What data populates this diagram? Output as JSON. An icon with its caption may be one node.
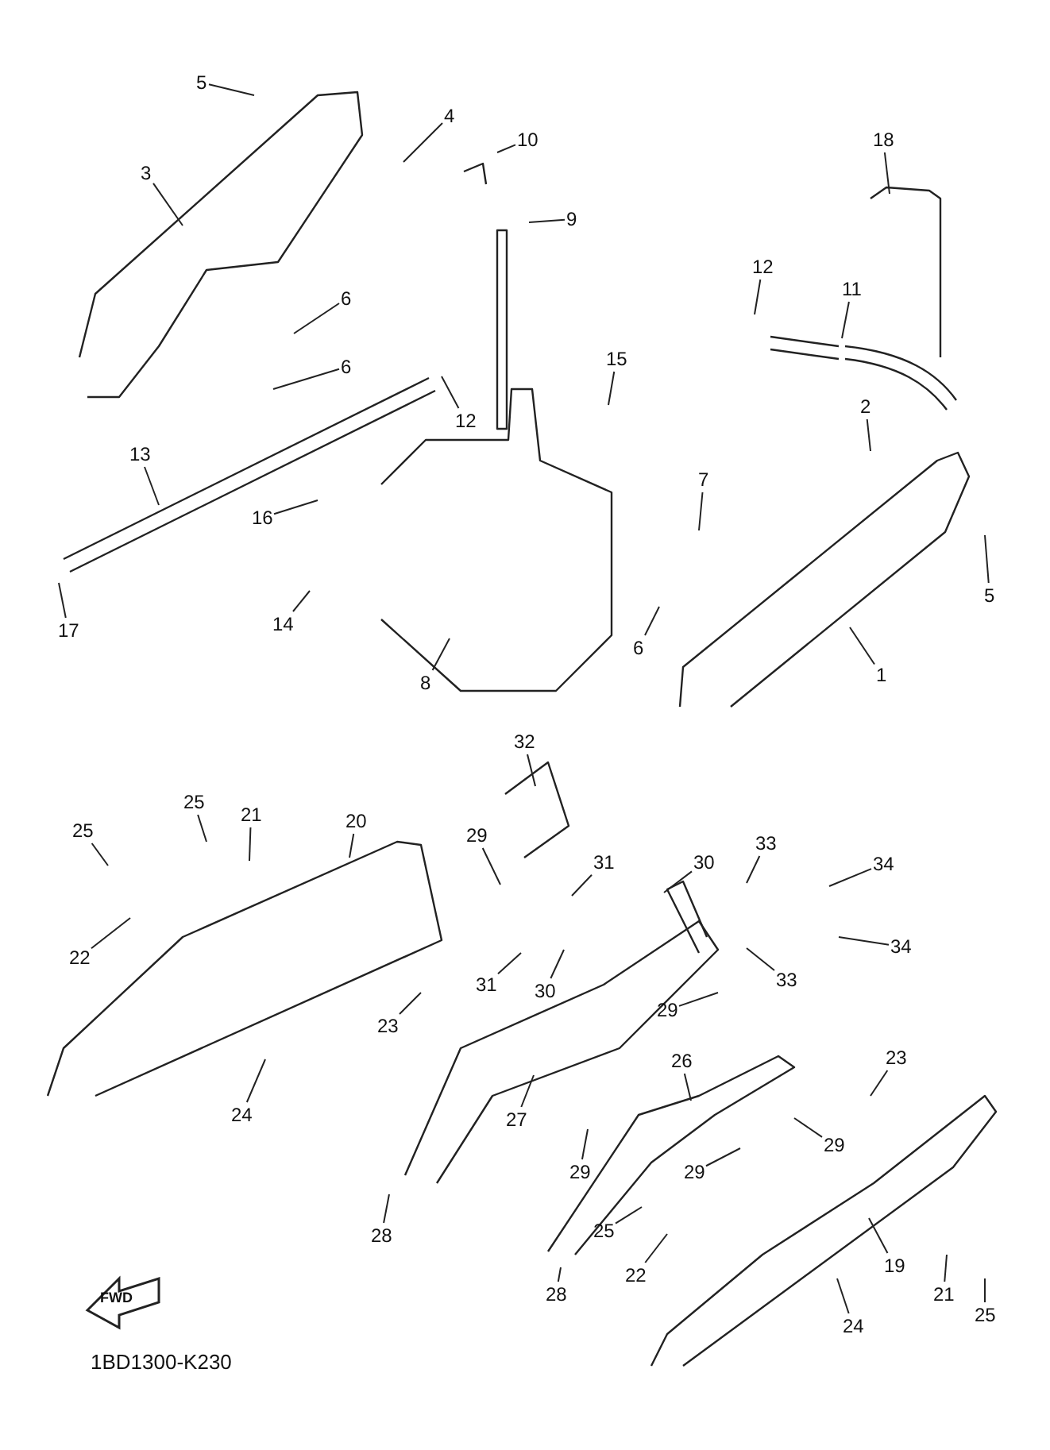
{
  "diagram": {
    "nodes": [
      {
        "text": [
          "5"
        ]
      },
      {
        "text": [
          "4"
        ]
      },
      {
        "text": [
          "10"
        ]
      },
      {
        "text": [
          "3"
        ]
      },
      {
        "text": [
          "9"
        ]
      },
      {
        "text": [
          "6"
        ]
      },
      {
        "text": [
          "6"
        ]
      },
      {
        "text": [
          "18"
        ]
      },
      {
        "text": [
          "12"
        ]
      },
      {
        "text": [
          "11"
        ]
      },
      {
        "text": [
          "12"
        ]
      },
      {
        "text": [
          "15"
        ]
      },
      {
        "text": [
          "2"
        ]
      },
      {
        "text": [
          "13"
        ]
      },
      {
        "text": [
          "7"
        ]
      },
      {
        "text": [
          "16"
        ]
      },
      {
        "text": [
          "5"
        ]
      },
      {
        "text": [
          "17"
        ]
      },
      {
        "text": [
          "14"
        ]
      },
      {
        "text": [
          "6"
        ]
      },
      {
        "text": [
          "1"
        ]
      },
      {
        "text": [
          "8"
        ]
      },
      {
        "text": [
          "32"
        ]
      },
      {
        "text": [
          "25"
        ]
      },
      {
        "text": [
          "25"
        ]
      },
      {
        "text": [
          "21"
        ]
      },
      {
        "text": [
          "20"
        ]
      },
      {
        "text": [
          "29"
        ]
      },
      {
        "text": [
          "31"
        ]
      },
      {
        "text": [
          "30"
        ]
      },
      {
        "text": [
          "33"
        ]
      },
      {
        "text": [
          "34"
        ]
      },
      {
        "text": [
          "22"
        ]
      },
      {
        "text": [
          "31"
        ]
      },
      {
        "text": [
          "30"
        ]
      },
      {
        "text": [
          "33"
        ]
      },
      {
        "text": [
          "34"
        ]
      },
      {
        "text": [
          "23"
        ]
      },
      {
        "text": [
          "29"
        ]
      },
      {
        "text": [
          "23"
        ]
      },
      {
        "text": [
          "26"
        ]
      },
      {
        "text": [
          "24"
        ]
      },
      {
        "text": [
          "27"
        ]
      },
      {
        "text": [
          "29"
        ]
      },
      {
        "text": [
          "29"
        ]
      },
      {
        "text": [
          "29"
        ]
      },
      {
        "text": [
          "25"
        ]
      },
      {
        "text": [
          "22"
        ]
      },
      {
        "text": [
          "19"
        ]
      },
      {
        "text": [
          "28"
        ]
      },
      {
        "text": [
          "28"
        ]
      },
      {
        "text": [
          "21"
        ]
      },
      {
        "text": [
          "24"
        ]
      },
      {
        "text": [
          "25"
        ]
      }
    ],
    "edges": [
      {
        "from": 0,
        "to": null,
        "arrow": "none"
      },
      {
        "from": 1,
        "to": null,
        "arrow": "none"
      },
      {
        "from": 2,
        "to": null,
        "arrow": "none"
      },
      {
        "from": 3,
        "to": null,
        "arrow": "none"
      },
      {
        "from": 4,
        "to": null,
        "arrow": "none"
      },
      {
        "from": 5,
        "to": null,
        "arrow": "none"
      },
      {
        "from": 6,
        "to": null,
        "arrow": "none"
      },
      {
        "from": 7,
        "to": null,
        "arrow": "none"
      },
      {
        "from": 8,
        "to": null,
        "arrow": "none"
      },
      {
        "from": 9,
        "to": null,
        "arrow": "none"
      },
      {
        "from": 10,
        "to": null,
        "arrow": "none"
      },
      {
        "from": 11,
        "to": null,
        "arrow": "none"
      },
      {
        "from": 12,
        "to": null,
        "arrow": "none"
      },
      {
        "from": 13,
        "to": null,
        "arrow": "none"
      },
      {
        "from": 14,
        "to": null,
        "arrow": "none"
      },
      {
        "from": 15,
        "to": null,
        "arrow": "none"
      },
      {
        "from": 16,
        "to": null,
        "arrow": "none"
      },
      {
        "from": 17,
        "to": null,
        "arrow": "none"
      },
      {
        "from": 18,
        "to": null,
        "arrow": "none"
      },
      {
        "from": 19,
        "to": null,
        "arrow": "none"
      },
      {
        "from": 20,
        "to": null,
        "arrow": "none"
      },
      {
        "from": 21,
        "to": null,
        "arrow": "none"
      },
      {
        "from": 22,
        "to": null,
        "arrow": "none"
      },
      {
        "from": 23,
        "to": null,
        "arrow": "none"
      },
      {
        "from": 24,
        "to": null,
        "arrow": "none"
      },
      {
        "from": 25,
        "to": null,
        "arrow": "none"
      },
      {
        "from": 26,
        "to": null,
        "arrow": "none"
      },
      {
        "from": 27,
        "to": null,
        "arrow": "none"
      },
      {
        "from": 28,
        "to": null,
        "arrow": "none"
      },
      {
        "from": 29,
        "to": null,
        "arrow": "none"
      },
      {
        "from": 30,
        "to": null,
        "arrow": "none"
      },
      {
        "from": 31,
        "to": null,
        "arrow": "none"
      },
      {
        "from": 32,
        "to": null,
        "arrow": "none"
      },
      {
        "from": 33,
        "to": null,
        "arrow": "none"
      },
      {
        "from": 34,
        "to": null,
        "arrow": "none"
      },
      {
        "from": 35,
        "to": null,
        "arrow": "none"
      },
      {
        "from": 36,
        "to": null,
        "arrow": "none"
      },
      {
        "from": 37,
        "to": null,
        "arrow": "none"
      },
      {
        "from": 38,
        "to": null,
        "arrow": "none"
      },
      {
        "from": 39,
        "to": null,
        "arrow": "none"
      },
      {
        "from": 40,
        "to": null,
        "arrow": "none"
      },
      {
        "from": 41,
        "to": null,
        "arrow": "none"
      },
      {
        "from": 42,
        "to": null,
        "arrow": "none"
      },
      {
        "from": 43,
        "to": null,
        "arrow": "none"
      },
      {
        "from": 44,
        "to": null,
        "arrow": "none"
      },
      {
        "from": 45,
        "to": null,
        "arrow": "none"
      },
      {
        "from": 46,
        "to": null,
        "arrow": "none"
      },
      {
        "from": 47,
        "to": null,
        "arrow": "none"
      },
      {
        "from": 48,
        "to": null,
        "arrow": "none"
      },
      {
        "from": 49,
        "to": null,
        "arrow": "none"
      },
      {
        "from": 50,
        "to": null,
        "arrow": "none"
      },
      {
        "from": 51,
        "to": null,
        "arrow": "none"
      },
      {
        "from": 52,
        "to": null,
        "arrow": "none"
      },
      {
        "from": 53,
        "to": null,
        "arrow": "none"
      }
    ],
    "labels": [
      "FWD",
      "1BD1300-K230"
    ]
  }
}
